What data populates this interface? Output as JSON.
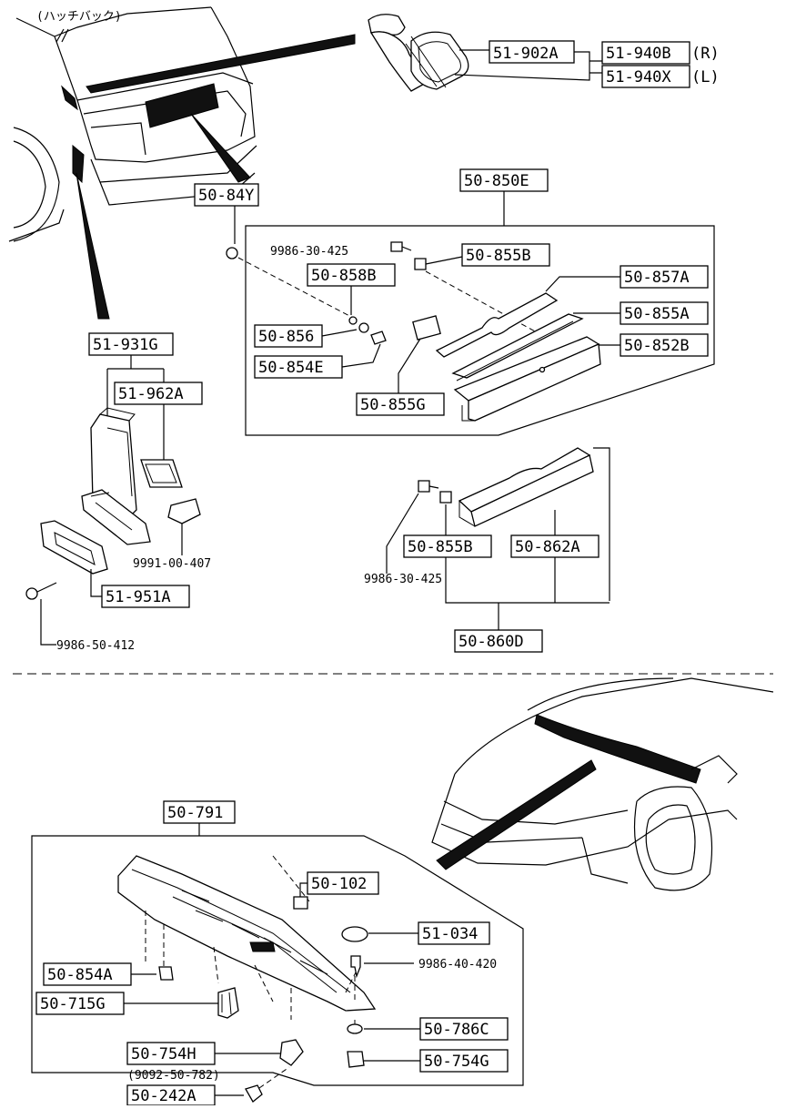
{
  "car_note": "(ハッチバック)",
  "top_right": {
    "p1": "51-902A",
    "p2": "51-940B",
    "p2_side": "(R)",
    "p3": "51-940X",
    "p3_side": "(L)"
  },
  "garnish": {
    "ref": "50-84Y",
    "set": "50-850E",
    "screw": "9986-30-425",
    "clip_b": "50-855B",
    "washer_b": "50-858B",
    "mold": "50-857A",
    "washer": "50-856",
    "stud": "50-854E",
    "seal_a": "50-855A",
    "garnish_b": "50-852B",
    "pad": "50-855G"
  },
  "duct": {
    "set": "51-931G",
    "seal": "51-962A",
    "clip": "9991-00-407",
    "gasket": "51-951A",
    "screw": "9986-50-412"
  },
  "garnish2": {
    "clip": "50-855B",
    "garnish": "50-862A",
    "screw": "9986-30-425",
    "set": "50-860D"
  },
  "cowl": {
    "set": "50-791",
    "pad": "50-102",
    "cap": "51-034",
    "screw": "9986-40-420",
    "nut": "50-854A",
    "bracket": "50-715G",
    "clip_h": "50-754H",
    "washer": "50-786C",
    "clip_g": "50-754G",
    "ref_note": "(9092-50-782)",
    "fastener": "50-242A"
  }
}
